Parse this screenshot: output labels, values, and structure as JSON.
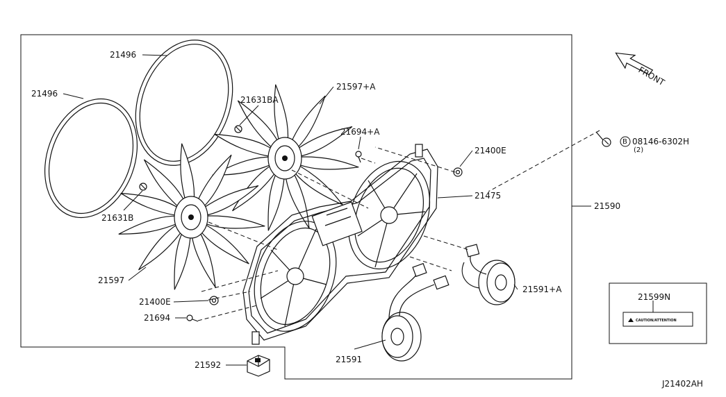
{
  "diagram_id": "J21402AH",
  "front_label": "FRONT",
  "labels": {
    "shroud_seal_upper": "21496",
    "shroud_seal_lower": "21496",
    "fan_bolt_a": "21631BA",
    "fan_a": "21597+A",
    "fan_bolt_b": "21631B",
    "fan_b": "21597",
    "clip_a": "21694+A",
    "nut_a": "21400E",
    "shroud_a": "21475",
    "assembly": "21590",
    "bolt_part": "08146-6302H",
    "bolt_qty": "(2)",
    "bolt_symbol": "B",
    "motor_a": "21591+A",
    "label_part": "21599N",
    "label_text": "CAUTION/ATTENTION",
    "nut_b": "21400E",
    "clip_b": "21694",
    "motor_b": "21591",
    "bracket": "21592"
  }
}
